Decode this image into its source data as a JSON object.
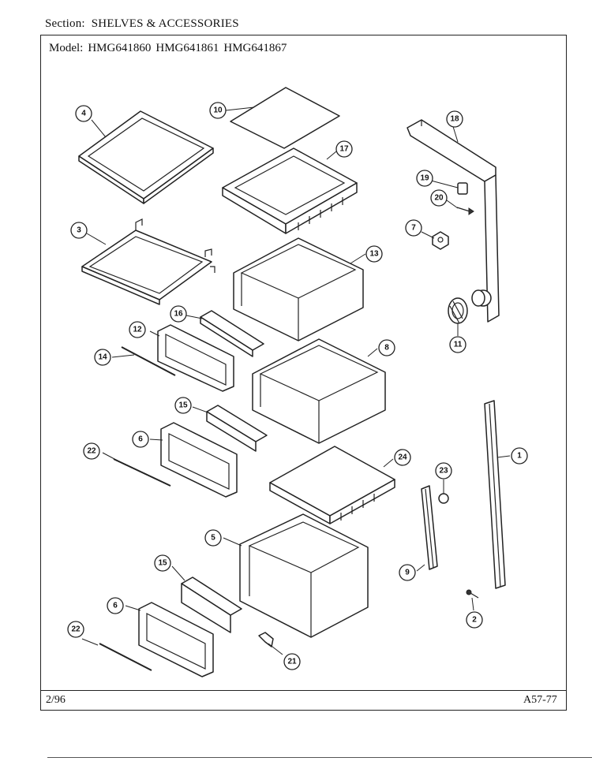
{
  "header": {
    "section_label": "Section:",
    "section_value": "SHELVES & ACCESSORIES",
    "model_label": "Model:",
    "models": [
      "HMG641860",
      "HMG641861",
      "HMG641867"
    ]
  },
  "footer": {
    "date": "2/96",
    "code": "A57-77"
  },
  "callouts": [
    {
      "id": "c4",
      "label": "4"
    },
    {
      "id": "c10",
      "label": "10"
    },
    {
      "id": "c17",
      "label": "17"
    },
    {
      "id": "c18",
      "label": "18"
    },
    {
      "id": "c19",
      "label": "19"
    },
    {
      "id": "c20",
      "label": "20"
    },
    {
      "id": "c3",
      "label": "3"
    },
    {
      "id": "c7",
      "label": "7"
    },
    {
      "id": "c13",
      "label": "13"
    },
    {
      "id": "c16",
      "label": "16"
    },
    {
      "id": "c12",
      "label": "12"
    },
    {
      "id": "c14",
      "label": "14"
    },
    {
      "id": "c11",
      "label": "11"
    },
    {
      "id": "c8",
      "label": "8"
    },
    {
      "id": "c15a",
      "label": "15"
    },
    {
      "id": "c6a",
      "label": "6"
    },
    {
      "id": "c22a",
      "label": "22"
    },
    {
      "id": "c1",
      "label": "1"
    },
    {
      "id": "c24",
      "label": "24"
    },
    {
      "id": "c23",
      "label": "23"
    },
    {
      "id": "c5",
      "label": "5"
    },
    {
      "id": "c15b",
      "label": "15"
    },
    {
      "id": "c9",
      "label": "9"
    },
    {
      "id": "c6b",
      "label": "6"
    },
    {
      "id": "c2",
      "label": "2"
    },
    {
      "id": "c22b",
      "label": "22"
    },
    {
      "id": "c21",
      "label": "21"
    }
  ]
}
